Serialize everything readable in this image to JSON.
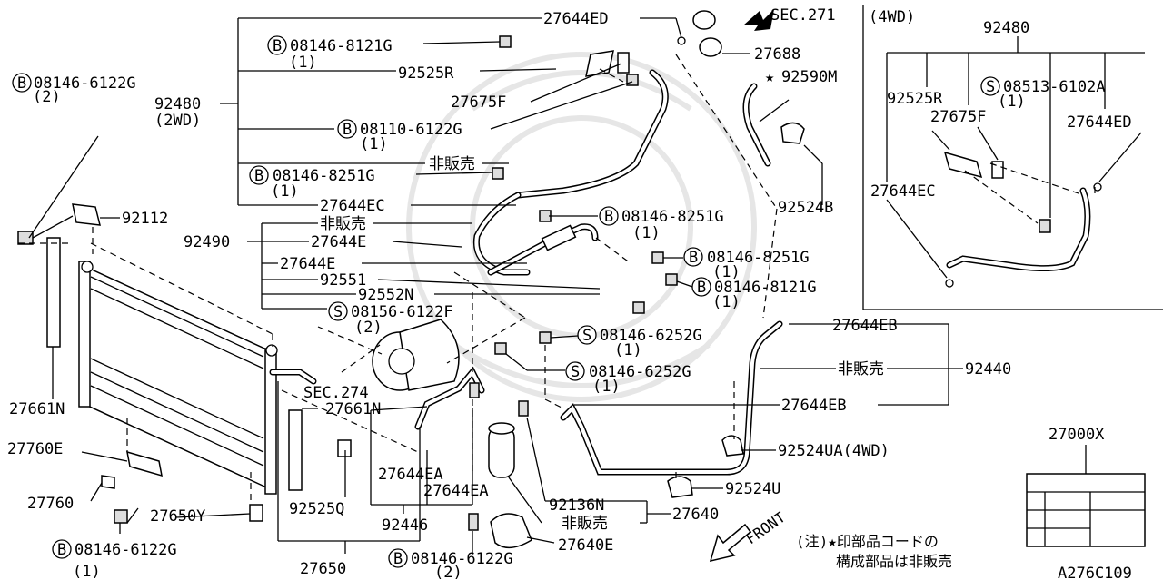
{
  "left_labels": {
    "b_08146_6122g_top": "08146-6122G",
    "qty_2_top": "(2)",
    "p92480": "92480",
    "p2wd": "(2WD)",
    "p92112": "92112",
    "p92490": "92490",
    "p27661n_left": "27661N",
    "p27760e": "27760E",
    "p27760": "27760",
    "p27650y": "27650Y",
    "b_08146_6122g_bottom": "08146-6122G",
    "qty_1_bottom": "(1)"
  },
  "center_labels": {
    "p27644ed": "27644ED",
    "b_08146_8121g": "08146-8121G",
    "qty_1_a": "(1)",
    "p92525r": "92525R",
    "p27675f": "27675F",
    "b_08110_6122g": "08110-6122G",
    "qty_1_b": "(1)",
    "not_sold_1": "非販売",
    "b_08146_8251g_a": "08146-8251G",
    "qty_1_c": "(1)",
    "p27644ec": "27644EC",
    "not_sold_2": "非販売",
    "p27644e_a": "27644E",
    "p27644e_b": "27644E",
    "p92551": "92551",
    "p92552n": "92552N",
    "s_08156_6122f": "08156-6122F",
    "qty_2_a": "(2)",
    "sec274": "SEC.274",
    "p27661n_mid": "27661N",
    "p27644ea_a": "27644EA",
    "p27644ea_b": "27644EA",
    "p92525q": "92525Q",
    "p92446": "92446",
    "p27650": "27650",
    "b_08146_6122g_mid": "08146-6122G",
    "qty_2_b": "(2)",
    "p27640e": "27640E",
    "not_sold_3": "非販売",
    "p27640": "27640",
    "p92136n": "92136N"
  },
  "right_labels": {
    "sec271": "SEC.271",
    "p27688": "27688",
    "star": "★",
    "p92590m": "92590M",
    "p92524b": "92524B",
    "b_08146_8251g_b": "08146-8251G",
    "qty_1_d": "(1)",
    "b_08146_8251g_c": "08146-8251G",
    "qty_1_e": "(1)",
    "b_08146_8121g_b": "08146-8121G",
    "qty_1_f": "(1)",
    "p27644eb_a": "27644EB",
    "s_08146_6252g_a": "08146-6252G",
    "qty_1_g": "(1)",
    "s_08146_6252g_b": "08146-6252G",
    "qty_1_h": "(1)",
    "not_sold_4": "非販売",
    "p92440": "92440",
    "p27644eb_b": "27644EB",
    "p92524ua": "92524UA(4WD)",
    "p92524u": "92524U",
    "front": "FRONT"
  },
  "inset": {
    "title": "(4WD)",
    "p92480": "92480",
    "p92525r": "92525R",
    "s_08513_6102a": "08513-6102A",
    "qty_1": "(1)",
    "p27675f": "27675F",
    "p27644ed": "27644ED",
    "p27644ec": "27644EC"
  },
  "label_box": {
    "part": "27000X"
  },
  "note": {
    "line1": "(注)★印部品コードの",
    "line2": "構成部品は非販売"
  },
  "figure_code": "A276C109",
  "markers": {
    "bolt": "B",
    "screw": "S"
  }
}
